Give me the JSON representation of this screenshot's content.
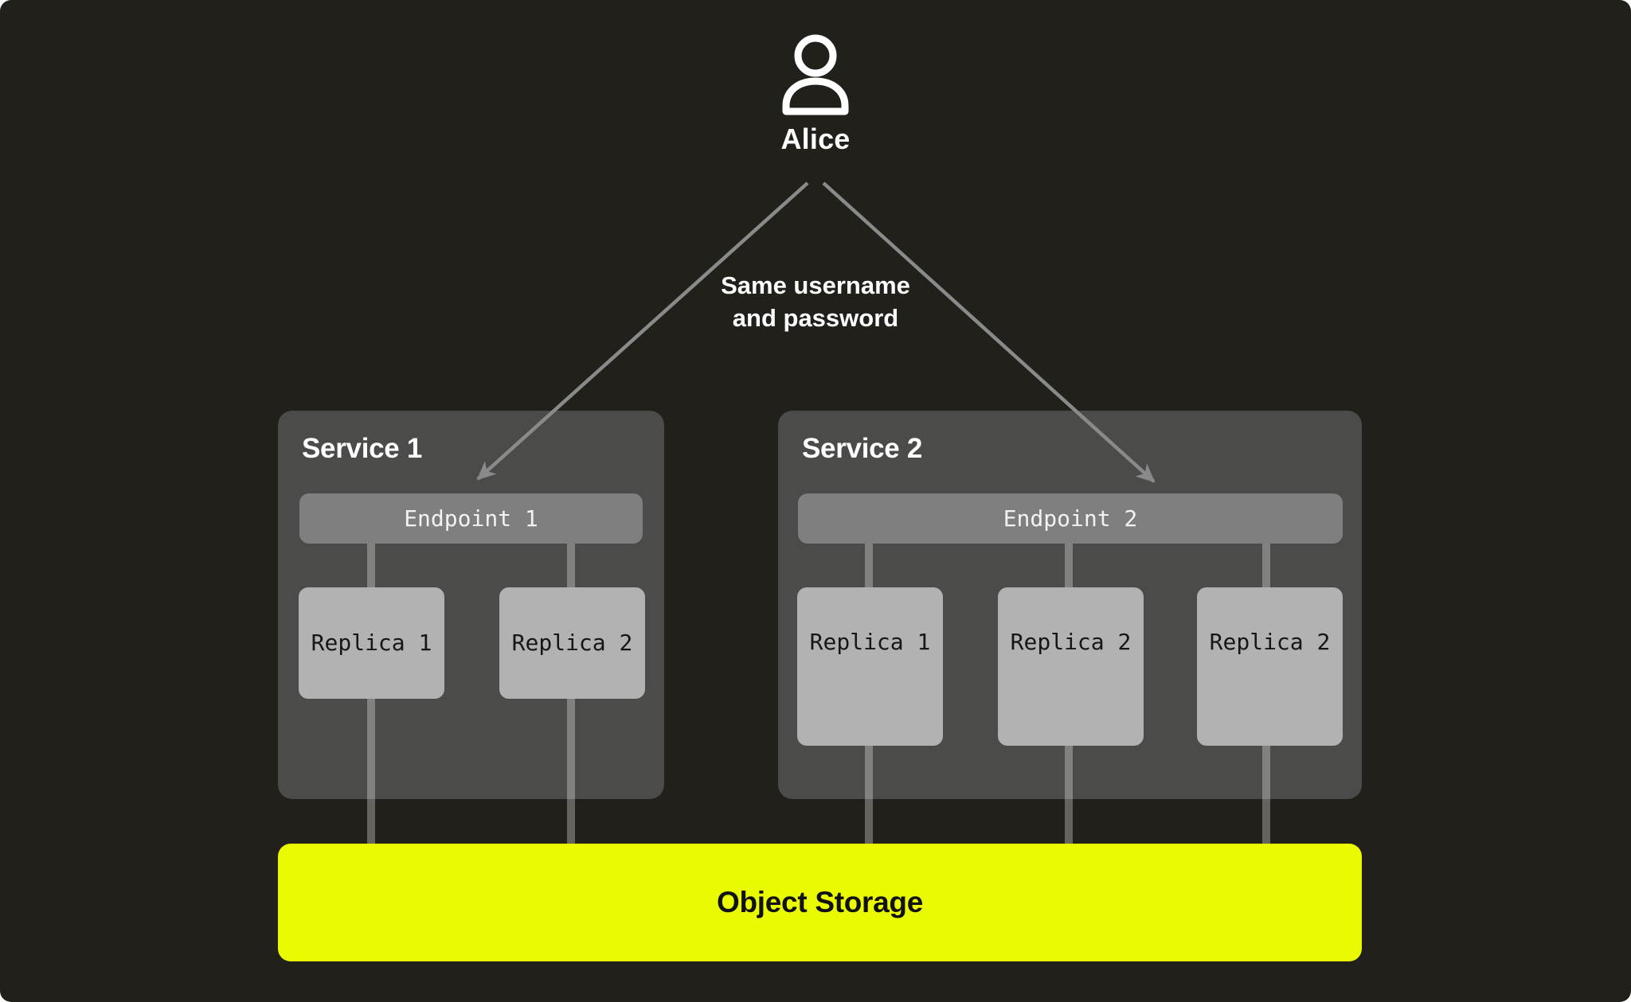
{
  "user": {
    "name": "Alice"
  },
  "annotation": {
    "line1": "Same username",
    "line2": "and password"
  },
  "services": [
    {
      "title": "Service 1",
      "endpoint": "Endpoint 1",
      "replicas": [
        "Replica 1",
        "Replica 2"
      ]
    },
    {
      "title": "Service 2",
      "endpoint": "Endpoint 2",
      "replicas": [
        "Replica 1",
        "Replica 2",
        "Replica 2"
      ]
    }
  ],
  "storage": {
    "label": "Object Storage"
  },
  "colors": {
    "canvas_bg": "#21201B",
    "service_bg": "#4B4B49",
    "endpoint_bg": "#7F7F7F",
    "replica_bg": "#B2B2B2",
    "storage_bg": "#EAFB00",
    "arrow_gray": "#8A8A8A",
    "text_light": "#FFFFFF",
    "text_dark": "#161616"
  }
}
